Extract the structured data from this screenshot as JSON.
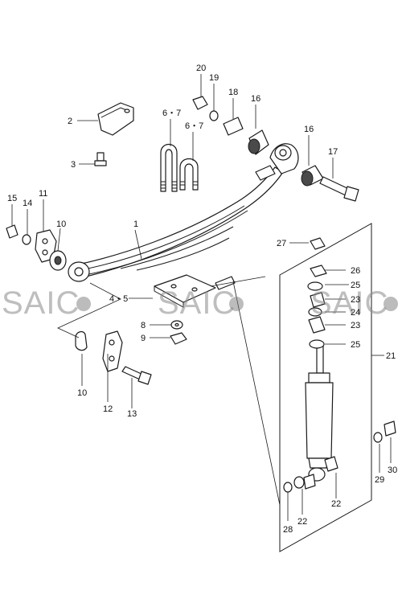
{
  "diagram": {
    "watermark_text": "SAIC",
    "callouts": {
      "c1": "1",
      "c2": "2",
      "c3": "3",
      "c45": "4・5",
      "c67a": "6・7",
      "c67b": "6・7",
      "c8": "8",
      "c9": "9",
      "c10a": "10",
      "c10b": "10",
      "c11": "11",
      "c12": "12",
      "c13": "13",
      "c14": "14",
      "c15": "15",
      "c16a": "16",
      "c16b": "16",
      "c17": "17",
      "c18": "18",
      "c19": "19",
      "c20": "20",
      "c21": "21",
      "c22a": "22",
      "c22b": "22",
      "c23a": "23",
      "c23b": "23",
      "c24": "24",
      "c25a": "25",
      "c25b": "25",
      "c26": "26",
      "c27": "27",
      "c28": "28",
      "c29": "29",
      "c30": "30"
    }
  }
}
